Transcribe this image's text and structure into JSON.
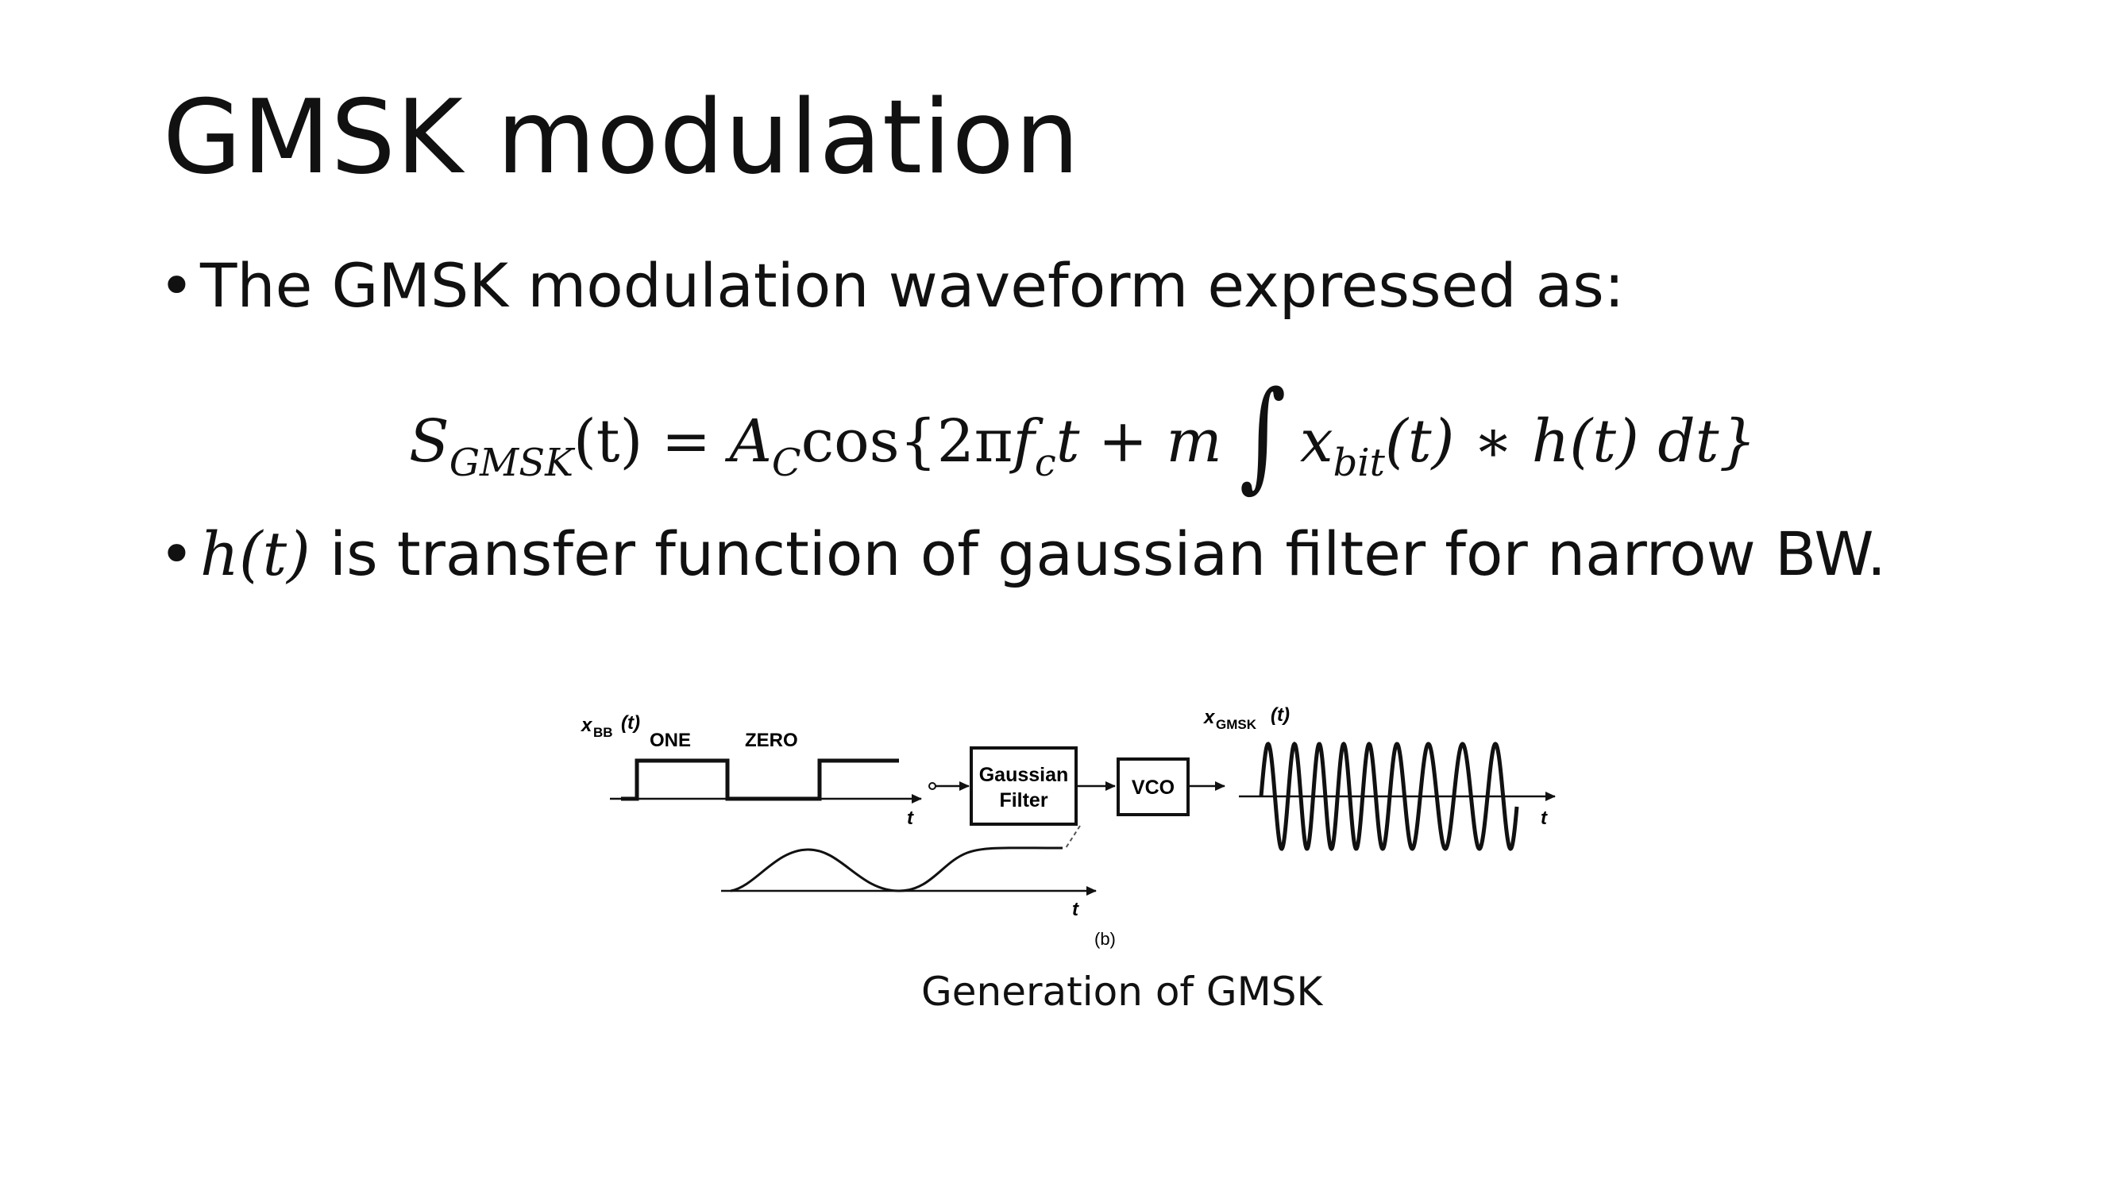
{
  "slide": {
    "title": "GMSK modulation",
    "bullet_char": "•",
    "bullets": [
      {
        "text": "The GMSK modulation waveform expressed as:"
      },
      {
        "math": "h(t)",
        "text": " is transfer function of gaussian filter for narrow BW."
      }
    ],
    "equation": {
      "lhs_base": "S",
      "lhs_sub": "GMSK",
      "lhs_arg": "(t) = ",
      "amp_base": "A",
      "amp_sub": "C",
      "cos_open": "cos{2π",
      "freq_base": "f",
      "freq_sub": "c",
      "t_plus_m": "t  + m",
      "integral": "∫",
      "x_base": "x",
      "x_sub": "bit",
      "tail": "(t) ∗ h(t) dt}"
    },
    "figure": {
      "x_bb_label": "x",
      "x_bb_sub": "BB",
      "x_bb_arg": "(t)",
      "one_label": "ONE",
      "zero_label": "ZERO",
      "t_label": "t",
      "filter_label_1": "Gaussian",
      "filter_label_2": "Filter",
      "vco_label": "VCO",
      "x_gmsk_label": "x",
      "x_gmsk_sub": "GMSK",
      "x_gmsk_arg": "(t)",
      "sub_label": "(b)",
      "caption": "Generation of GMSK"
    }
  }
}
